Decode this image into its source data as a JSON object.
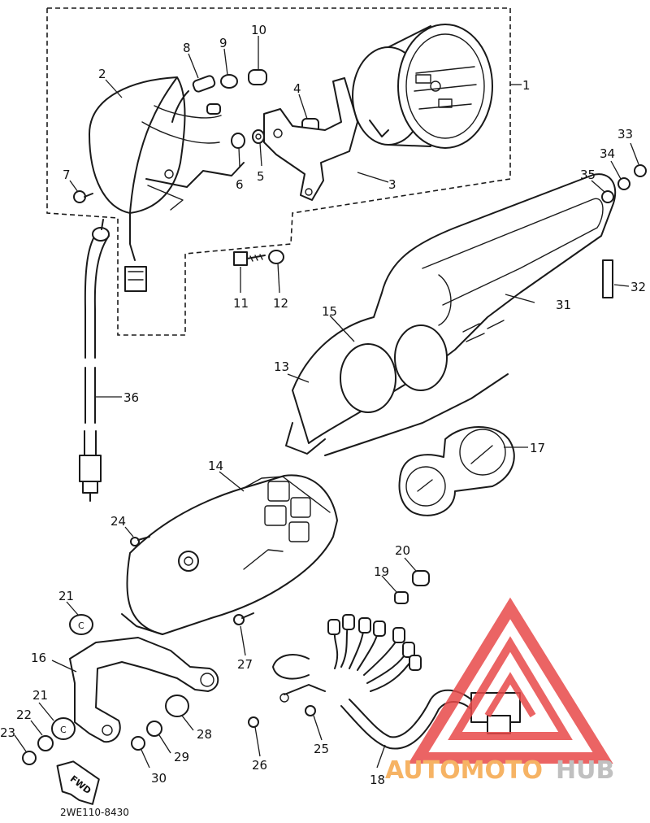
{
  "diagram": {
    "part_labels": [
      "1",
      "2",
      "3",
      "4",
      "5",
      "6",
      "7",
      "8",
      "9",
      "10",
      "11",
      "12",
      "13",
      "14",
      "15",
      "16",
      "17",
      "18",
      "19",
      "20",
      "21",
      "21",
      "22",
      "23",
      "24",
      "25",
      "26",
      "27",
      "28",
      "29",
      "30",
      "31",
      "32",
      "33",
      "34",
      "35",
      "36"
    ],
    "fwd_label": "FWD",
    "part_code": "2WE110-8430"
  },
  "watermark": {
    "text_part1": "AUTOMOTO",
    "text_part2": "HUB",
    "color_red": "#e84a4a",
    "color_orange": "#f5a64a",
    "color_gray": "#b6b6b6"
  }
}
